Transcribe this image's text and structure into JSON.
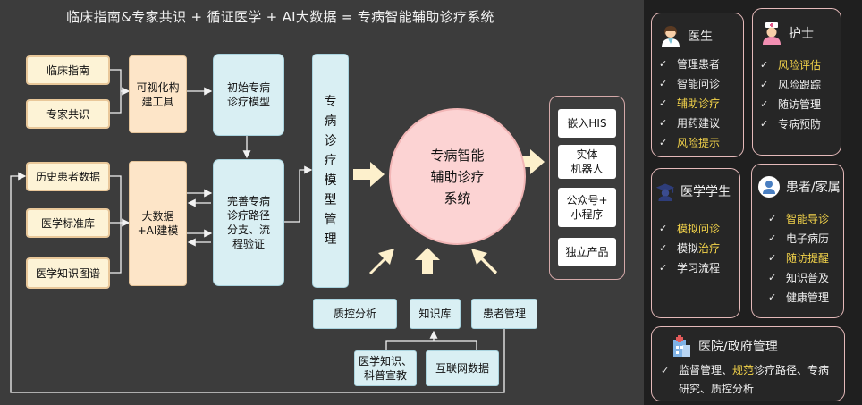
{
  "title": "临床指南&专家共识 + 循证医学  + AI大数据  =  专病智能辅助诊疗系统",
  "left": {
    "guide": "临床指南",
    "consensus": "专家共识",
    "history": "历史患者数据",
    "std": "医学标准库",
    "kg": "医学知识图谱",
    "viz_tool_1": "可视化构",
    "viz_tool_2": "建工具",
    "bigdata_1": "大数据",
    "bigdata_2": "+AI建模",
    "init_1": "初始专病",
    "init_2": "诊疗模型",
    "perfect_1": "完善专病",
    "perfect_2": "诊疗路径",
    "perfect_3": "分支、流",
    "perfect_4": "程验证",
    "mgmt_chars": [
      "专",
      "病",
      "诊",
      "疗",
      "模",
      "型",
      "管",
      "理"
    ]
  },
  "center": {
    "line1": "专病智能",
    "line2": "辅助诊疗",
    "line3": "系统"
  },
  "outputs": {
    "his": "嵌入HIS",
    "robot_1": "实体",
    "robot_2": "机器人",
    "wechat_1": "公众号+",
    "wechat_2": "小程序",
    "product": "独立产品"
  },
  "bottom": {
    "qc": "质控分析",
    "kb": "知识库",
    "patient": "患者管理",
    "edu_1": "医学知识、",
    "edu_2": "科普宣教",
    "web": "互联网数据"
  },
  "panels": {
    "doctor": {
      "title": "医生",
      "items": [
        {
          "text": "管理患者"
        },
        {
          "text": "智能问诊"
        },
        {
          "text": "辅助诊疗"
        },
        {
          "text": "用药建议"
        },
        {
          "text": "风险提示"
        }
      ]
    },
    "nurse": {
      "title": "护士",
      "items": [
        {
          "text": "风险评估"
        },
        {
          "text": "风险跟踪"
        },
        {
          "text": "随访管理"
        },
        {
          "text": "专病预防"
        }
      ]
    },
    "student": {
      "title": "医学学生",
      "items": [
        {
          "text": "模拟问诊"
        },
        {
          "pre": "模拟",
          "hl": "治疗"
        },
        {
          "text": "学习流程"
        }
      ]
    },
    "patient": {
      "title": "患者/家属",
      "items": [
        {
          "text": "智能导诊"
        },
        {
          "text": "电子病历"
        },
        {
          "text": "随访提醒"
        },
        {
          "text": "知识普及"
        },
        {
          "text": "健康管理"
        }
      ]
    },
    "hospital": {
      "title": "医院/政府管理",
      "line1_a": "监督管理、",
      "line1_hl": "规范",
      "line1_b": "诊疗路径、专病",
      "line2": "研究、质控分析"
    }
  },
  "colors": {
    "highlight": "#f3d34a",
    "arrow_fill": "#fdf0cc",
    "circle": "#fcd3d3"
  }
}
